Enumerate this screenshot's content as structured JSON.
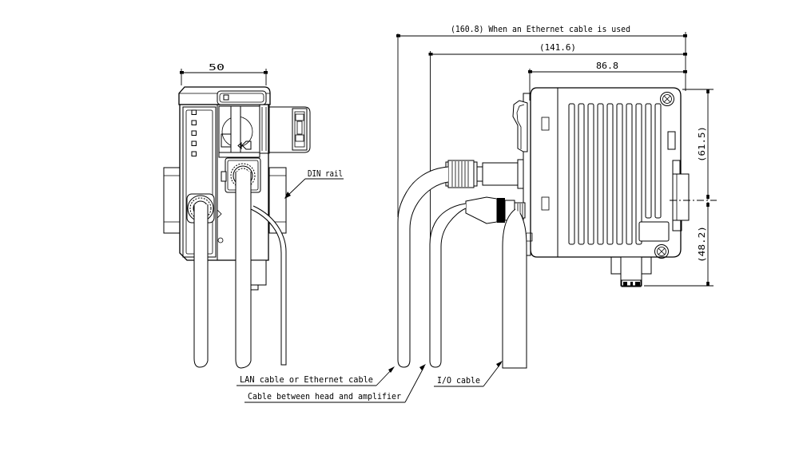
{
  "colors": {
    "line": "#000000",
    "background": "#ffffff"
  },
  "dimensions": {
    "overall_with_ethernet": "(160.8) When an Ethernet cable is used",
    "overall_with_head_cable": "(141.6)",
    "side_body_width": "86.8",
    "front_body_width": "50",
    "height_upper": "(61.5)",
    "height_lower": "(48.2)"
  },
  "labels": {
    "din_rail": "DIN rail",
    "lan_cable": "LAN cable or Ethernet cable",
    "head_amp_cable": "Cable between head and amplifier",
    "io_cable": "I/O cable"
  }
}
